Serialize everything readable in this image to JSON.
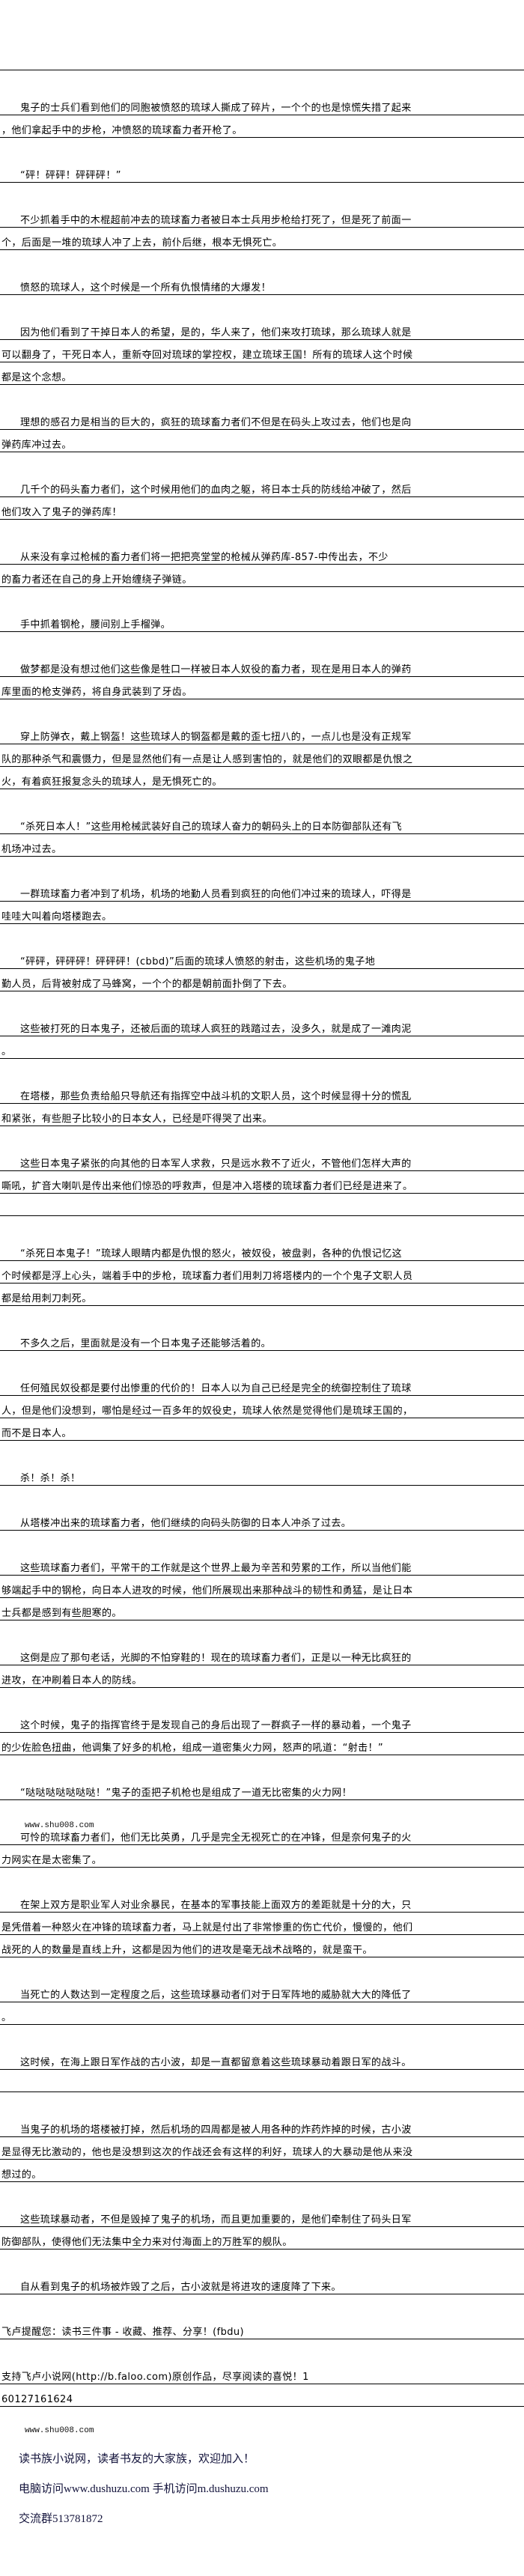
{
  "paragraphs": [
    {
      "lines": [
        ""
      ],
      "ruled_blank": true
    },
    {
      "lines": [
        "鬼子的士兵们看到他们的同胞被愤怒的琉球人撕成了碎片，一个个的也是惊慌失措了起来",
        "，他们拿起手中的步枪，冲愤怒的琉球畜力者开枪了。"
      ]
    },
    {
      "lines": [
        "“砰！砰砰！砰砰砰！”"
      ]
    },
    {
      "lines": [
        "不少抓着手中的木棍超前冲去的琉球畜力者被日本士兵用步枪给打死了，但是死了前面一",
        "个，后面是一堆的琉球人冲了上去，前仆后继，根本无惧死亡。"
      ]
    },
    {
      "lines": [
        "愤怒的琉球人，这个时候是一个所有仇恨情绪的大爆发！"
      ]
    },
    {
      "lines": [
        "因为他们看到了干掉日本人的希望，是的，华人来了，他们来攻打琉球，那么琉球人就是",
        "可以翻身了，干死日本人，重新夺回对琉球的掌控权，建立琉球王国！所有的琉球人这个时候",
        "都是这个念想。"
      ]
    },
    {
      "lines": [
        "理想的感召力是相当的巨大的，疯狂的琉球畜力者们不但是在码头上攻过去，他们也是向",
        "弹药库冲过去。"
      ]
    },
    {
      "lines": [
        "几千个的码头畜力者们，这个时候用他们的血肉之躯，将日本士兵的防线给冲破了，然后",
        "他们攻入了鬼子的弹药库！"
      ]
    },
    {
      "lines": [
        "从来没有拿过枪械的畜力者们将一把把亮堂堂的枪械从弹药库-857-中传出去，不少",
        "的畜力者还在自己的身上开始缠绕子弹链。"
      ]
    },
    {
      "lines": [
        "手中抓着钢枪，腰间别上手榴弹。"
      ]
    },
    {
      "lines": [
        "做梦都是没有想过他们这些像是牲口一样被日本人奴役的畜力者，现在是用日本人的弹药",
        "库里面的枪支弹药，将自身武装到了牙齿。"
      ]
    },
    {
      "lines": [
        "穿上防弹衣，戴上钢盔！这些琉球人的钢盔都是戴的歪七扭八的，一点儿也是没有正规军",
        "队的那种杀气和震慑力，但是显然他们有一点是让人感到害怕的，就是他们的双眼都是仇恨之",
        "火，有着疯狂报复念头的琉球人，是无惧死亡的。"
      ]
    },
    {
      "lines": [
        "“杀死日本人！”这些用枪械武装好自己的琉球人奋力的朝码头上的日本防御部队还有飞",
        "机场冲过去。"
      ]
    },
    {
      "lines": [
        "一群琉球畜力者冲到了机场，机场的地勤人员看到疯狂的向他们冲过来的琉球人，吓得是",
        "哇哇大叫着向塔楼跑去。"
      ]
    },
    {
      "lines": [
        "“砰砰，砰砰砰！砰砰砰！(cbbd)”后面的琉球人愤怒的射击，这些机场的鬼子地",
        "勤人员，后背被射成了马蜂窝，一个个的都是朝前面扑倒了下去。"
      ]
    },
    {
      "lines": [
        "这些被打死的日本鬼子，还被后面的琉球人疯狂的践踏过去，没多久，就是成了一滩肉泥",
        "。"
      ]
    },
    {
      "lines": [
        "在塔楼，那些负责给船只导航还有指挥空中战斗机的文职人员，这个时候显得十分的慌乱",
        "和紧张，有些胆子比较小的日本女人，已经是吓得哭了出来。"
      ]
    },
    {
      "lines": [
        "这些日本鬼子紧张的向其他的日本军人求救，只是远水救不了近火，不管他们怎样大声的",
        "嘶吼，扩音大喇叭是传出来他们惊恐的呼救声，但是冲入塔楼的琉球畜力者们已经是进来了。"
      ],
      "ruled_blank": true
    },
    {
      "lines": [
        "“杀死日本鬼子！”琉球人眼睛内都是仇恨的怒火，被奴役，被盘剥，各种的仇恨记忆这",
        "个时候都是浮上心头，端着手中的步枪，琉球畜力者们用刺刀将塔楼内的一个个鬼子文职人员",
        "都是给用刺刀刺死。"
      ]
    },
    {
      "lines": [
        "不多久之后，里面就是没有一个日本鬼子还能够活着的。"
      ]
    },
    {
      "lines": [
        "任何殖民奴役都是要付出惨重的代价的！日本人以为自己已经是完全的统御控制住了琉球",
        "人，但是他们没想到，哪怕是经过一百多年的奴役史，琉球人依然是觉得他们是琉球王国的，",
        "而不是日本人。"
      ]
    },
    {
      "lines": [
        "杀！杀！杀！"
      ]
    },
    {
      "lines": [
        "从塔楼冲出来的琉球畜力者，他们继续的向码头防御的日本人冲杀了过去。"
      ]
    },
    {
      "lines": [
        "这些琉球畜力者们，平常干的工作就是这个世界上最为辛苦和劳累的工作，所以当他们能",
        "够端起手中的钢枪，向日本人进攻的时候，他们所展现出来那种战斗的韧性和勇猛，是让日本",
        "士兵都是感到有些胆寒的。"
      ]
    },
    {
      "lines": [
        "这倒是应了那句老话，光脚的不怕穿鞋的！现在的琉球畜力者们，正是以一种无比疯狂的",
        "进攻，在冲刷着日本人的防线。"
      ]
    },
    {
      "lines": [
        "这个时候，鬼子的指挥官终于是发现自己的身后出现了一群疯子一样的暴动着，一个鬼子",
        "的少佐脸色扭曲，他调集了好多的机枪，组成一道密集火力网，怒声的吼道：“射击！”"
      ]
    },
    {
      "lines": [
        "“哒哒哒哒哒哒哒！”鬼子的歪把子机枪也是组成了一道无比密集的火力网！"
      ],
      "watermark_after": "www.shu008.com"
    },
    {
      "lines": [
        "可怜的琉球畜力者们，他们无比英勇，几乎是完全无视死亡的在冲锋，但是奈何鬼子的火",
        "力网实在是太密集了。"
      ]
    },
    {
      "lines": [
        "在架上双方是职业军人对业余暴民，在基本的军事技能上面双方的差距就是十分的大，只",
        "是凭借着一种怒火在冲锋的琉球畜力者，马上就是付出了非常惨重的伤亡代价，慢慢的，他们",
        "战死的人的数量是直线上升，这都是因为他们的进攻是毫无战术战略的，就是蛮干。"
      ]
    },
    {
      "lines": [
        "当死亡的人数达到一定程度之后，这些琉球暴动者们对于日军阵地的威胁就大大的降低了",
        "。"
      ]
    },
    {
      "lines": [
        "这时候，在海上跟日军作战的古小波，却是一直都留意着这些琉球暴动着跟日军的战斗。"
      ],
      "ruled_blank": true
    },
    {
      "lines": [
        "当鬼子的机场的塔楼被打掉，然后机场的四周都是被人用各种的炸药炸掉的时候，古小波",
        "是显得无比激动的，他也是没想到这次的作战还会有这样的利好，琉球人的大暴动是他从来没",
        "想过的。"
      ]
    },
    {
      "lines": [
        "这些琉球暴动者，不但是毁掉了鬼子的机场，而且更加重要的，是他们牵制住了码头日军",
        "防御部队，使得他们无法集中全力来对付海面上的万胜军的舰队。"
      ]
    },
    {
      "lines": [
        "自从看到鬼子的机场被炸毁了之后，古小波就是将进攻的速度降了下来。"
      ]
    },
    {
      "lines": [
        "飞卢提醒您：读书三件事 - 收藏、推荐、分享！(fbdu)"
      ],
      "no_indent": true
    },
    {
      "lines": [
        "支持飞卢小说网(http://b.faloo.com)原创作品，尽享阅读的喜悦！1",
        "60127161624"
      ],
      "no_indent": true
    }
  ],
  "watermark_bottom": "www.shu008.com",
  "footer": {
    "line1": "读书族小说网，读者书友的大家族，欢迎加入！",
    "line2": "电脑访问www.dushuzu.com 手机访问m.dushuzu.com",
    "line3": "交流群513781872"
  }
}
